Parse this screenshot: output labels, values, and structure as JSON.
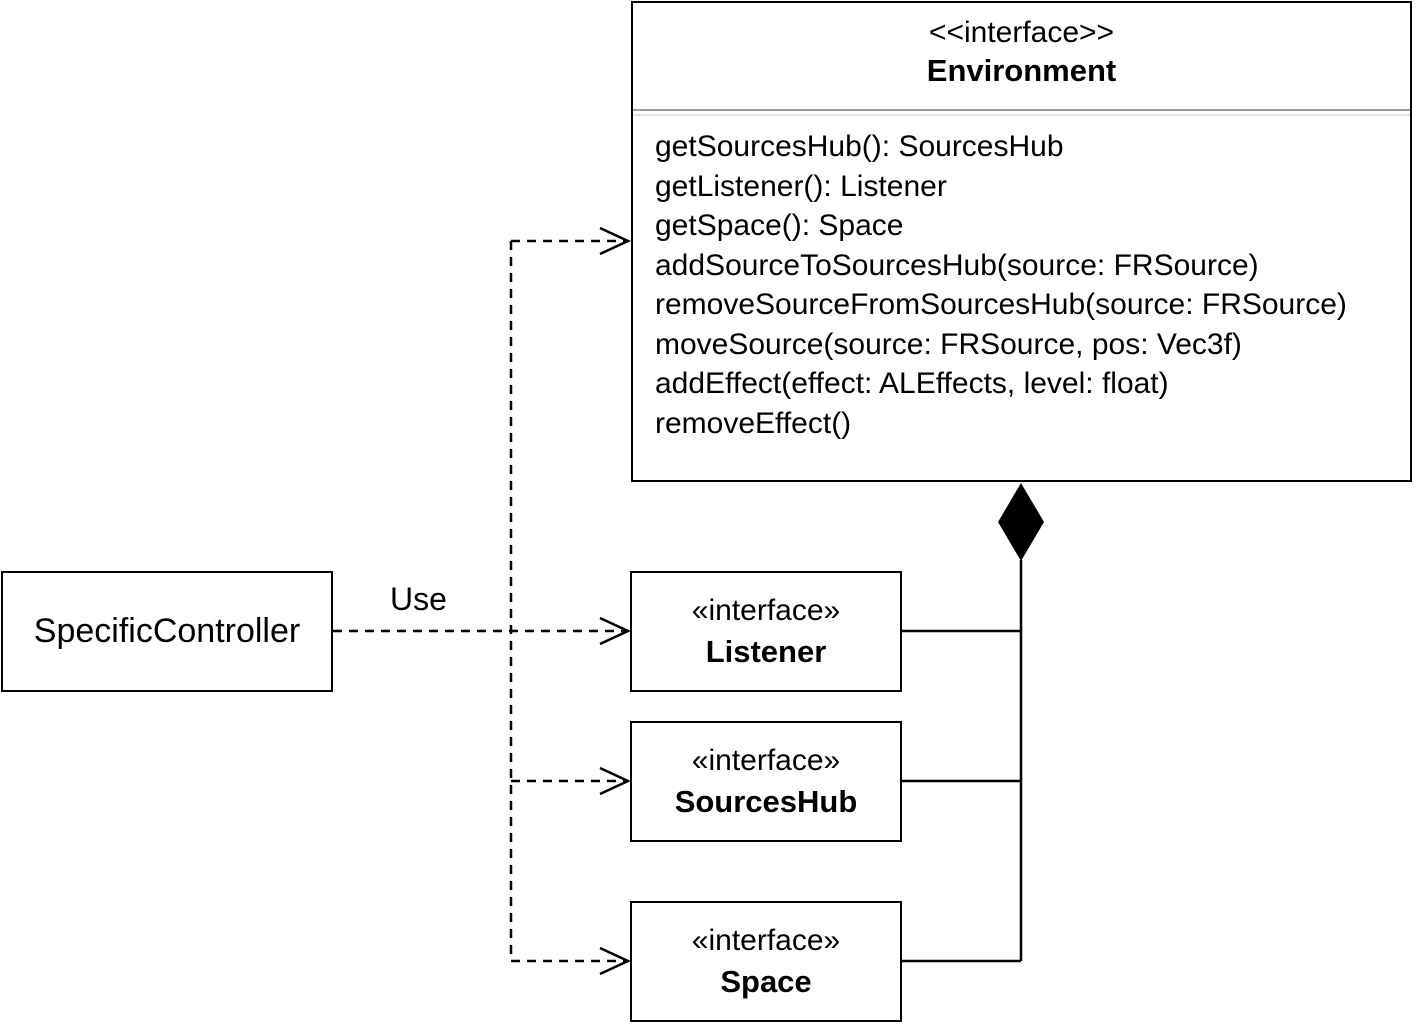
{
  "environment": {
    "stereotype": "<<interface>>",
    "name": "Environment",
    "methods": [
      "getSourcesHub(): SourcesHub",
      "getListener(): Listener",
      "getSpace(): Space",
      "addSourceToSourcesHub(source: FRSource)",
      "removeSourceFromSourcesHub(source: FRSource)",
      "moveSource(source: FRSource, pos: Vec3f)",
      "addEffect(effect: ALEffects, level: float)",
      "removeEffect()"
    ]
  },
  "listener": {
    "stereotype": "«interface»",
    "name": "Listener"
  },
  "sources_hub": {
    "stereotype": "«interface»",
    "name": "SourcesHub"
  },
  "space": {
    "stereotype": "«interface»",
    "name": "Space"
  },
  "controller": {
    "name": "SpecificController"
  },
  "relations": {
    "use_label": "Use",
    "dependency_style": "dashed",
    "composition_style": "filled-diamond"
  }
}
